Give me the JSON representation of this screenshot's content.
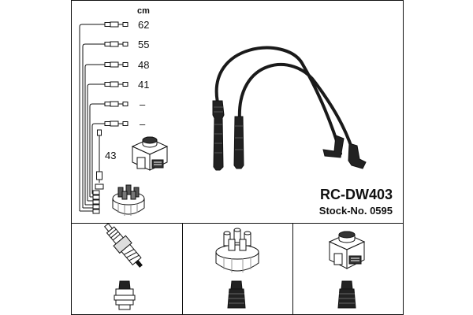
{
  "unit_label": "cm",
  "cable_lengths": [
    "62",
    "55",
    "48",
    "41",
    "–",
    "–"
  ],
  "coil_lead_length": "43",
  "model": "RC-DW403",
  "stock_number": "Stock-No. 0595",
  "components": [
    {
      "name": "spark-plug",
      "icon": "spark-plug-icon"
    },
    {
      "name": "distributor-cap",
      "icon": "distributor-cap-icon"
    },
    {
      "name": "ignition-coil",
      "icon": "ignition-coil-icon"
    }
  ],
  "colors": {
    "line": "#111111",
    "cable": "#1a1a1a"
  }
}
